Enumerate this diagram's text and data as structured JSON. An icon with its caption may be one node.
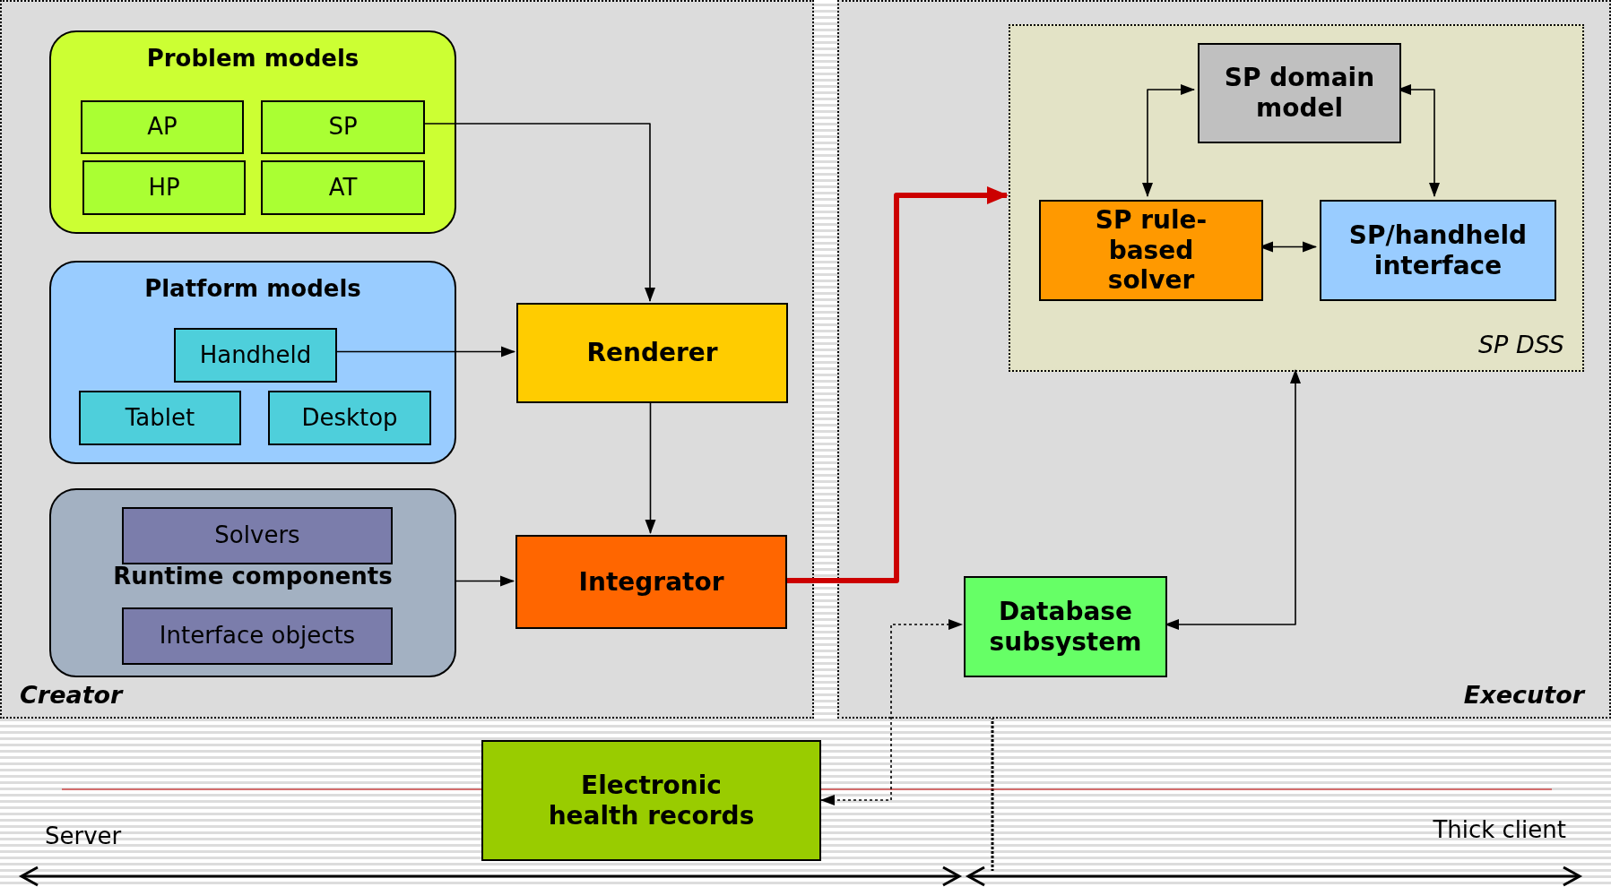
{
  "diagram": {
    "nodes": [
      {
        "text": [
          "Creator"
        ]
      },
      {
        "text": [
          "Problem models"
        ],
        "in": 0
      },
      {
        "text": [
          "AP"
        ],
        "in": 1
      },
      {
        "text": [
          "SP"
        ],
        "in": 1
      },
      {
        "text": [
          "HP"
        ],
        "in": 1
      },
      {
        "text": [
          "AT"
        ],
        "in": 1
      },
      {
        "text": [
          "Platform models"
        ],
        "in": 0
      },
      {
        "text": [
          "Handheld"
        ],
        "in": 6
      },
      {
        "text": [
          "Tablet"
        ],
        "in": 6
      },
      {
        "text": [
          "Desktop"
        ],
        "in": 6
      },
      {
        "text": [
          "Runtime components"
        ],
        "in": 0
      },
      {
        "text": [
          "Solvers"
        ],
        "in": 10
      },
      {
        "text": [
          "Interface objects"
        ],
        "in": 10
      },
      {
        "text": [
          "Renderer"
        ],
        "in": 0
      },
      {
        "text": [
          "Integrator"
        ],
        "in": 0
      },
      {
        "text": [
          "Executor"
        ]
      },
      {
        "text": [
          "SP DSS"
        ],
        "in": 15
      },
      {
        "text": [
          "SP domain model"
        ],
        "in": 16
      },
      {
        "text": [
          "SP rule-based solver"
        ],
        "in": 16
      },
      {
        "text": [
          "SP/handheld interface"
        ],
        "in": 16
      },
      {
        "text": [
          "Database subsystem"
        ],
        "in": 15
      },
      {
        "text": [
          "Electronic health records"
        ]
      }
    ],
    "edges": [
      {
        "from": 3,
        "to": 13,
        "arrow": "to"
      },
      {
        "from": 7,
        "to": 13,
        "arrow": "to"
      },
      {
        "from": 13,
        "to": 14,
        "arrow": "to"
      },
      {
        "from": 10,
        "to": 14,
        "arrow": "to"
      },
      {
        "from": 14,
        "to": 16,
        "arrow": "to",
        "style": "thick",
        "color": "#cc0000"
      },
      {
        "from": 17,
        "to": 18,
        "arrow": "both"
      },
      {
        "from": 17,
        "to": 19,
        "arrow": "both"
      },
      {
        "from": 18,
        "to": 19,
        "arrow": "both"
      },
      {
        "from": 20,
        "to": 16,
        "arrow": "both"
      },
      {
        "from": 21,
        "to": 20,
        "arrow": "both",
        "style": "dashed"
      }
    ],
    "labels": [
      "Server",
      "Thick client"
    ]
  }
}
